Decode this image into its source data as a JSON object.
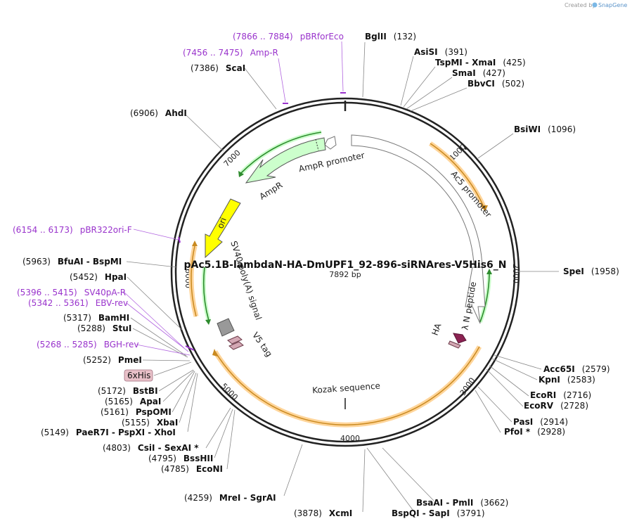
{
  "credit": {
    "prefix": "Created by",
    "brand": "SnapGene"
  },
  "plasmid": {
    "name": "pAc5.1B-lambdaN-HA-DmUPF1_92-896-siRNAres-V5His6_N",
    "size": "7892 bp"
  },
  "ticks": [
    "1000",
    "2000",
    "3000",
    "4000",
    "5000",
    "6000",
    "7000"
  ],
  "sites": [
    {
      "name": "BglII",
      "pos": "(132)"
    },
    {
      "name": "AsiSI",
      "pos": "(391)"
    },
    {
      "name": "TspMI - XmaI",
      "pos": "(425)"
    },
    {
      "name": "SmaI",
      "pos": "(427)"
    },
    {
      "name": "BbvCI",
      "pos": "(502)"
    },
    {
      "name": "BsiWI",
      "pos": "(1096)"
    },
    {
      "name": "SpeI",
      "pos": "(1958)"
    },
    {
      "name": "Acc65I",
      "pos": "(2579)"
    },
    {
      "name": "KpnI",
      "pos": "(2583)"
    },
    {
      "name": "EcoRI",
      "pos": "(2716)"
    },
    {
      "name": "EcoRV",
      "pos": "(2728)"
    },
    {
      "name": "PasI",
      "pos": "(2914)"
    },
    {
      "name": "PfoI *",
      "pos": "(2928)"
    },
    {
      "name": "BsaAI - PmlI",
      "pos": "(3662)"
    },
    {
      "name": "BspQI - SapI",
      "pos": "(3791)"
    },
    {
      "name": "XcmI",
      "pos": "(3878)"
    },
    {
      "name": "MreI - SgrAI",
      "pos": "(4259)"
    },
    {
      "name": "EcoNI",
      "pos": "(4785)"
    },
    {
      "name": "BssHII",
      "pos": "(4795)"
    },
    {
      "name": "CsiI - SexAI *",
      "pos": "(4803)"
    },
    {
      "name": "PaeR7I - PspXI - XhoI",
      "pos": "(5149)"
    },
    {
      "name": "XbaI",
      "pos": "(5155)"
    },
    {
      "name": "PspOMI",
      "pos": "(5161)"
    },
    {
      "name": "ApaI",
      "pos": "(5165)"
    },
    {
      "name": "BstBI",
      "pos": "(5172)"
    },
    {
      "name": "PmeI",
      "pos": "(5252)"
    },
    {
      "name": "StuI",
      "pos": "(5288)"
    },
    {
      "name": "BamHI",
      "pos": "(5317)"
    },
    {
      "name": "HpaI",
      "pos": "(5452)"
    },
    {
      "name": "BfuAI - BspMI",
      "pos": "(5963)"
    },
    {
      "name": "AhdI",
      "pos": "(6906)"
    },
    {
      "name": "ScaI",
      "pos": "(7386)"
    }
  ],
  "primers": [
    {
      "range": "(7866 .. 7884)",
      "name": "pBRforEco"
    },
    {
      "range": "(7456 .. 7475)",
      "name": "Amp-R"
    },
    {
      "range": "(6154 .. 6173)",
      "name": "pBR322ori-F"
    },
    {
      "range": "(5396 .. 5415)",
      "name": "SV40pA-R"
    },
    {
      "range": "(5342 .. 5361)",
      "name": "EBV-rev"
    },
    {
      "range": "(5268 .. 5285)",
      "name": "BGH-rev"
    }
  ],
  "features": {
    "ampr_promoter": "AmpR promoter",
    "ampr": "AmpR",
    "ac5_promoter": "Ac5 promoter",
    "ori": "ori",
    "sv40": "SV40 poly(A) signal",
    "v5": "V5 tag",
    "ha": "HA",
    "lambda": "λ N peptide",
    "kozak": "Kozak sequence",
    "his": "6xHis"
  },
  "colors": {
    "ring": "#222222",
    "ampr_fill": "#ccffcc",
    "ori_fill": "#ffff00",
    "orf_arrow": "#e6a23c",
    "green_arrow": "#2e8b2e",
    "v5_fill": "#b07a8a",
    "ha_fill": "#8b2252",
    "primer": "#9933cc",
    "his_badge": "#e8c0c8"
  }
}
